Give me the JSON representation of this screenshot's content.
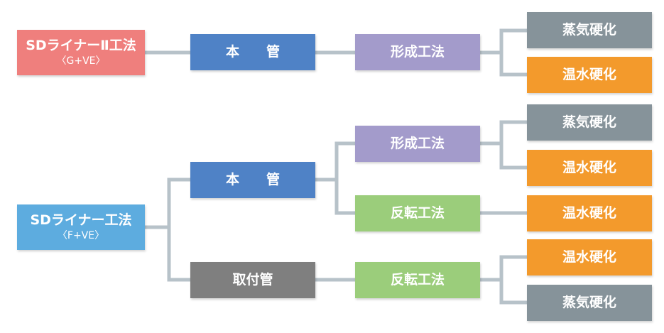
{
  "groups": {
    "g1": {
      "root": {
        "title": "SDライナーⅡ工法",
        "sub": "〈G+VE〉"
      },
      "pipe": "本　　管",
      "method": "形成工法",
      "cure_a": "蒸気硬化",
      "cure_b": "温水硬化"
    },
    "g2": {
      "root": {
        "title": "SDライナー工法",
        "sub": "〈F+VE〉"
      },
      "pipe": "本　　管",
      "method_form": "形成工法",
      "cure_form_a": "蒸気硬化",
      "cure_form_b": "温水硬化",
      "method_invert": "反転工法",
      "cure_invert": "温水硬化",
      "lateral": "取付管",
      "lateral_method": "反転工法",
      "cure_lat_a": "温水硬化",
      "cure_lat_b": "蒸気硬化"
    }
  },
  "colors": {
    "connector": "#b7c2c9",
    "root_g1": "#ef7f7d",
    "root_g2": "#5dacdf",
    "pipe": "#4f82c6",
    "lateral": "#7f7f7f",
    "form_method": "#a39bcb",
    "invert_method": "#9bcd7b",
    "steam_cure": "#86939a",
    "hotwater_cure": "#f39a2c"
  }
}
